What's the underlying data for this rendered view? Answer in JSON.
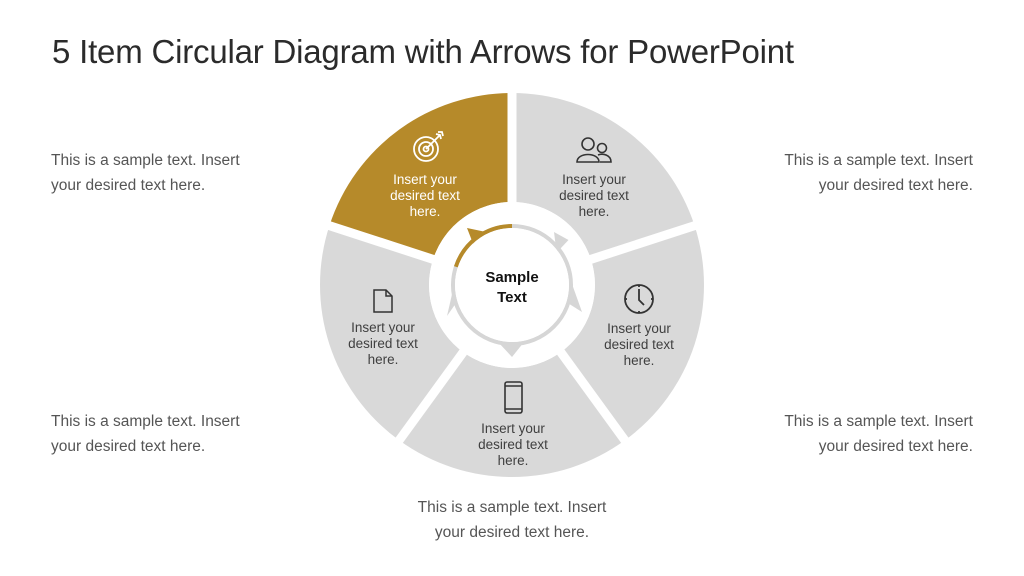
{
  "title": "5 Item Circular Diagram with Arrows for PowerPoint",
  "colors": {
    "accent": "#B68A2A",
    "segment_gray": "#D9D9D9",
    "ring_gray": "#D6D6D6",
    "text_dark": "#3F3F3F",
    "text_light": "#FFFFFF"
  },
  "center": {
    "line1": "Sample",
    "line2": "Text"
  },
  "segments": [
    {
      "icon": "target-icon",
      "line1": "Insert your",
      "line2": "desired text",
      "line3": "here.",
      "highlighted": true
    },
    {
      "icon": "users-icon",
      "line1": "Insert your",
      "line2": "desired text",
      "line3": "here.",
      "highlighted": false
    },
    {
      "icon": "clock-icon",
      "line1": "Insert your",
      "line2": "desired text",
      "line3": "here.",
      "highlighted": false
    },
    {
      "icon": "mobile-phone-icon",
      "line1": "Insert your",
      "line2": "desired text",
      "line3": "here.",
      "highlighted": false
    },
    {
      "icon": "document-icon",
      "line1": "Insert your",
      "line2": "desired text",
      "line3": "here.",
      "highlighted": false
    }
  ],
  "side_texts": {
    "top_left": {
      "line1": "This is a sample text. Insert",
      "line2": "your desired text here."
    },
    "top_right": {
      "line1": "This is a sample text. Insert",
      "line2": "your desired text here."
    },
    "bottom_left": {
      "line1": "This is a sample text. Insert",
      "line2": "your desired text here."
    },
    "bottom_right": {
      "line1": "This is a sample text. Insert",
      "line2": "your desired text here."
    },
    "bottom_center": {
      "line1": "This is a sample text. Insert",
      "line2": "your desired text here."
    }
  }
}
